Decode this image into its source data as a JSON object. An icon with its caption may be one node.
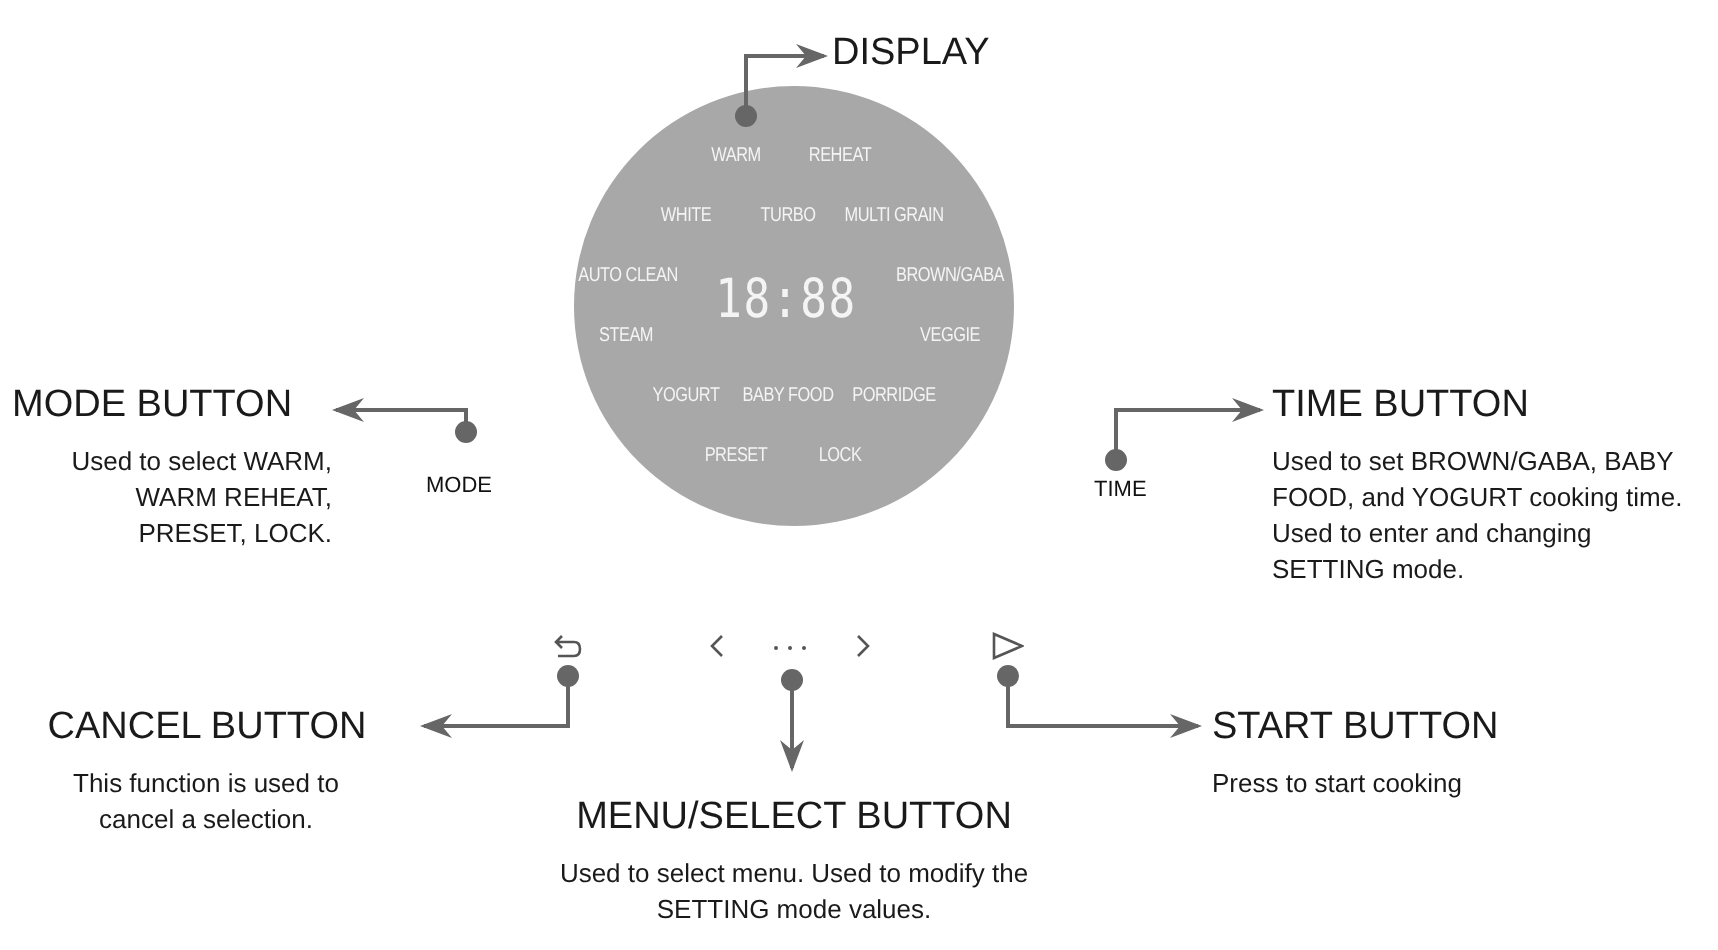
{
  "diagram": {
    "nodes": [
      {
        "text": [
          "DISPLAY"
        ]
      },
      {
        "text": [
          "WARM",
          "REHEAT",
          "WHITE",
          "TURBO",
          "MULTI GRAIN",
          "AUTO CLEAN",
          "18:88",
          "BROWN/GABA",
          "STEAM",
          "VEGGIE",
          "YOGURT",
          "BABY FOOD",
          "PORRIDGE",
          "PRESET",
          "LOCK"
        ]
      },
      {
        "text": [
          "MODE BUTTON",
          "Used to select WARM, WARM REHEAT, PRESET, LOCK."
        ]
      },
      {
        "text": [
          "MODE"
        ]
      },
      {
        "text": [
          "TIME"
        ]
      },
      {
        "text": [
          "TIME BUTTON",
          "Used to set BROWN/GABA, BABY FOOD, and YOGURT cooking time. Used to enter and changing SETTING mode."
        ]
      },
      {
        "text": [],
        "shape": "picture"
      },
      {
        "text": [],
        "shape": "picture"
      },
      {
        "text": [],
        "shape": "picture"
      },
      {
        "text": [
          "CANCEL BUTTON",
          "This function is used to cancel a selection."
        ]
      },
      {
        "text": [
          "MENU/SELECT BUTTON",
          "Used to select menu. Used to modify the SETTING mode values."
        ]
      },
      {
        "text": [
          "START BUTTON",
          "Press to start cooking"
        ]
      }
    ],
    "edges": [
      {
        "from": 1,
        "to": 0,
        "arrow": "to"
      },
      {
        "from": 3,
        "to": 2,
        "arrow": "to"
      },
      {
        "from": 4,
        "to": 5,
        "arrow": "to"
      },
      {
        "from": 6,
        "to": 9,
        "arrow": "to"
      },
      {
        "from": 7,
        "to": 10,
        "arrow": "to"
      },
      {
        "from": 8,
        "to": 11,
        "arrow": "to"
      }
    ]
  }
}
